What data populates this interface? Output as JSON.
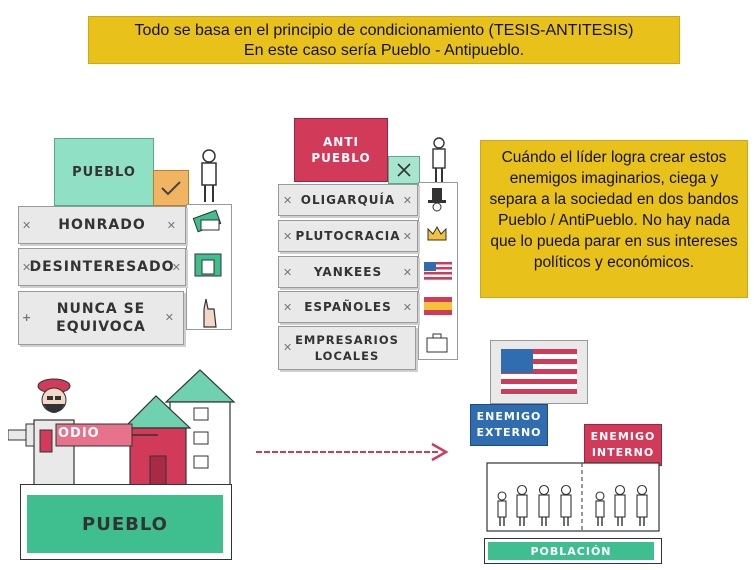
{
  "caption_top": {
    "line1": "Todo se basa en el principio de condicionamiento (TESIS-ANTITESIS)",
    "line2": "En este caso sería Pueblo - Antipueblo."
  },
  "caption_right": "Cuándo el líder logra crear estos enemigos imaginarios, ciega y separa a la sociedad en dos bandos Pueblo / AntiPueblo. No hay nada que lo pueda parar en sus intereses políticos y económicos.",
  "pueblo_group": {
    "header": "PUEBLO",
    "items": [
      "HONRADO",
      "DESINTERESADO",
      "NUNCA SE EQUIVOCA"
    ]
  },
  "antipueblo_group": {
    "header_line1": "ANTI",
    "header_line2": "PUEBLO",
    "items": [
      "OLIGARQUÍA",
      "PLUTOCRACIA",
      "YANKEES",
      "ESPAÑOLES",
      "EMPRESARIOS LOCALES"
    ]
  },
  "syringe_label": "ODIO",
  "base_label": "PUEBLO",
  "enemy_external": [
    "ENEMIGO",
    "EXTERNO"
  ],
  "enemy_internal": [
    "ENEMIGO",
    "INTERNO"
  ],
  "population_label": "POBLACIÓN",
  "colors": {
    "yellow": "#e8c11b",
    "green": "#3fbf8f",
    "red": "#d23a5a",
    "blue": "#2f6db0"
  }
}
